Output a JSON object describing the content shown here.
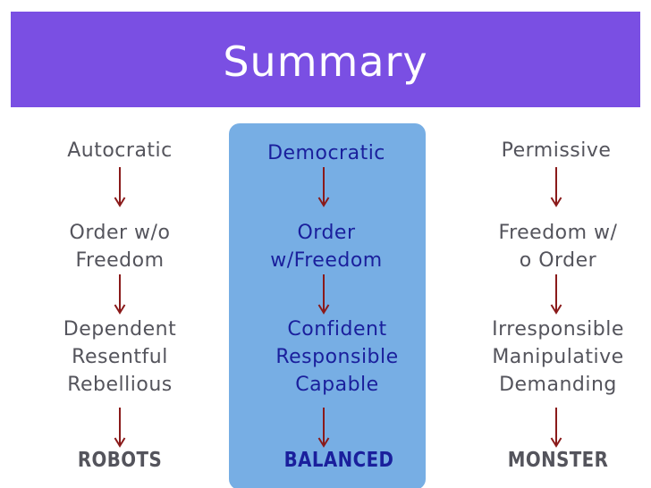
{
  "title": "Summary",
  "colors": {
    "header": "#7a4fe3",
    "highlight": "#77aee4",
    "gray_text": "#54545c",
    "blue_text": "#1a1f9c",
    "arrow": "#8a1a1a"
  },
  "columns": [
    {
      "style": "Autocratic",
      "outcome": "Order w/o\nFreedom",
      "traits": "Dependent\nResentful\nRebellious",
      "result": "ROBOTS"
    },
    {
      "style": "Democratic",
      "outcome": "Order\nw/Freedom",
      "traits": "Confident\nResponsible\nCapable",
      "result": "BALANCED"
    },
    {
      "style": "Permissive",
      "outcome": "Freedom w/\no Order",
      "traits": "Irresponsible\nManipulative\nDemanding",
      "result": "MONSTER"
    }
  ]
}
